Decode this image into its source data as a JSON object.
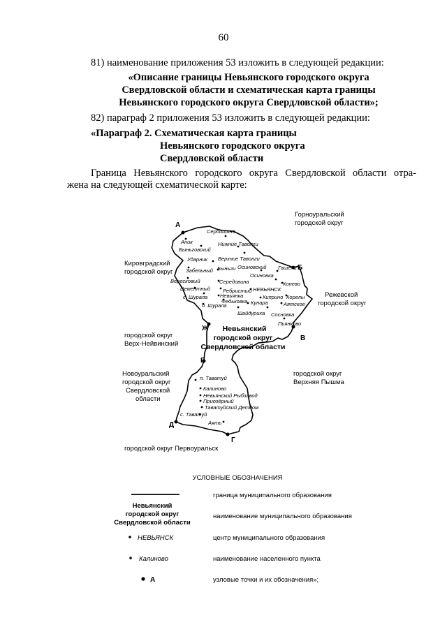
{
  "page_number": "60",
  "item81": "81) наименование приложения 53 изложить в следующей редакции:",
  "title_block": [
    "«Описание границы Невьянского городского округа",
    "Свердловской области и схематическая карта границы",
    "Невьянского городского округа Свердловской области»;"
  ],
  "item82": "82) параграф 2 приложения 53 изложить в следующей редакции:",
  "paragraph2_title": [
    "«Параграф 2. Схематическая карта границы",
    "Невьянского городского округа",
    "Свердловской области"
  ],
  "body_text": [
    "Граница Невьянского городского округа Свердловской области отра-",
    "жена на следующей схематической карте:"
  ],
  "map": {
    "neighbors": {
      "gornouralsky": [
        "Горноуральский",
        "городской округ"
      ],
      "kirovgradsky": [
        "Кировградский",
        "городской округ"
      ],
      "rezhevskoy": [
        "Режевской",
        "городской округ"
      ],
      "verkh_neyvinsky": [
        "городской округ",
        "Верх-Нейвинский"
      ],
      "novouralsky": [
        "Новоуральский",
        "городской округ",
        "Свердловской",
        "области"
      ],
      "verkhnyaya_pyshma": [
        "городской округ",
        "Верхняя Пышма"
      ],
      "pervouralsk": "городской округ Первоуральск"
    },
    "district_label": [
      "Невьянский",
      "городской округ",
      "Свердловской области"
    ],
    "nodes": [
      "А",
      "Б",
      "В",
      "Г",
      "Д",
      "Е",
      "Ж"
    ],
    "settlements": [
      "Сербишино",
      "Аник",
      "Быньговский",
      "Нижние Таволги",
      "Верхние Таволги",
      "Ударник",
      "Забельный",
      "Быньги",
      "Осиновский",
      "Осиновка",
      "Гашени",
      "Конево",
      "Вересковый",
      "Середовина",
      "Цементный",
      "Ребристый",
      "НЕВЬЯНСК",
      "с. Шурала",
      "Невьянка",
      "Федьковка",
      "Кунара",
      "Киприно",
      "Корелы",
      "Аятское",
      "п. Шурала",
      "Шайдуриха",
      "Сосновка",
      "Пьянково",
      "п. Таватуй",
      "Калиново",
      "Невьянский Рыбзавод",
      "Приозёрный",
      "Таватуйский Детдом",
      "с. Таватуй",
      "Аять"
    ]
  },
  "legend": {
    "title": "УСЛОВНЫЕ ОБОЗНАЧЕНИЯ",
    "sample_name": [
      "Невьянский",
      "городской округ",
      "Свердловской области"
    ],
    "sample_center": "НЕВЬЯНСК",
    "sample_settlement": "Калиново",
    "sample_node": "А",
    "items": [
      "граница муниципального образования",
      "наименование муниципального образования",
      "центр муниципального образования",
      "наименование населенного пункта",
      "узловые точки и их обозначения»;"
    ]
  }
}
